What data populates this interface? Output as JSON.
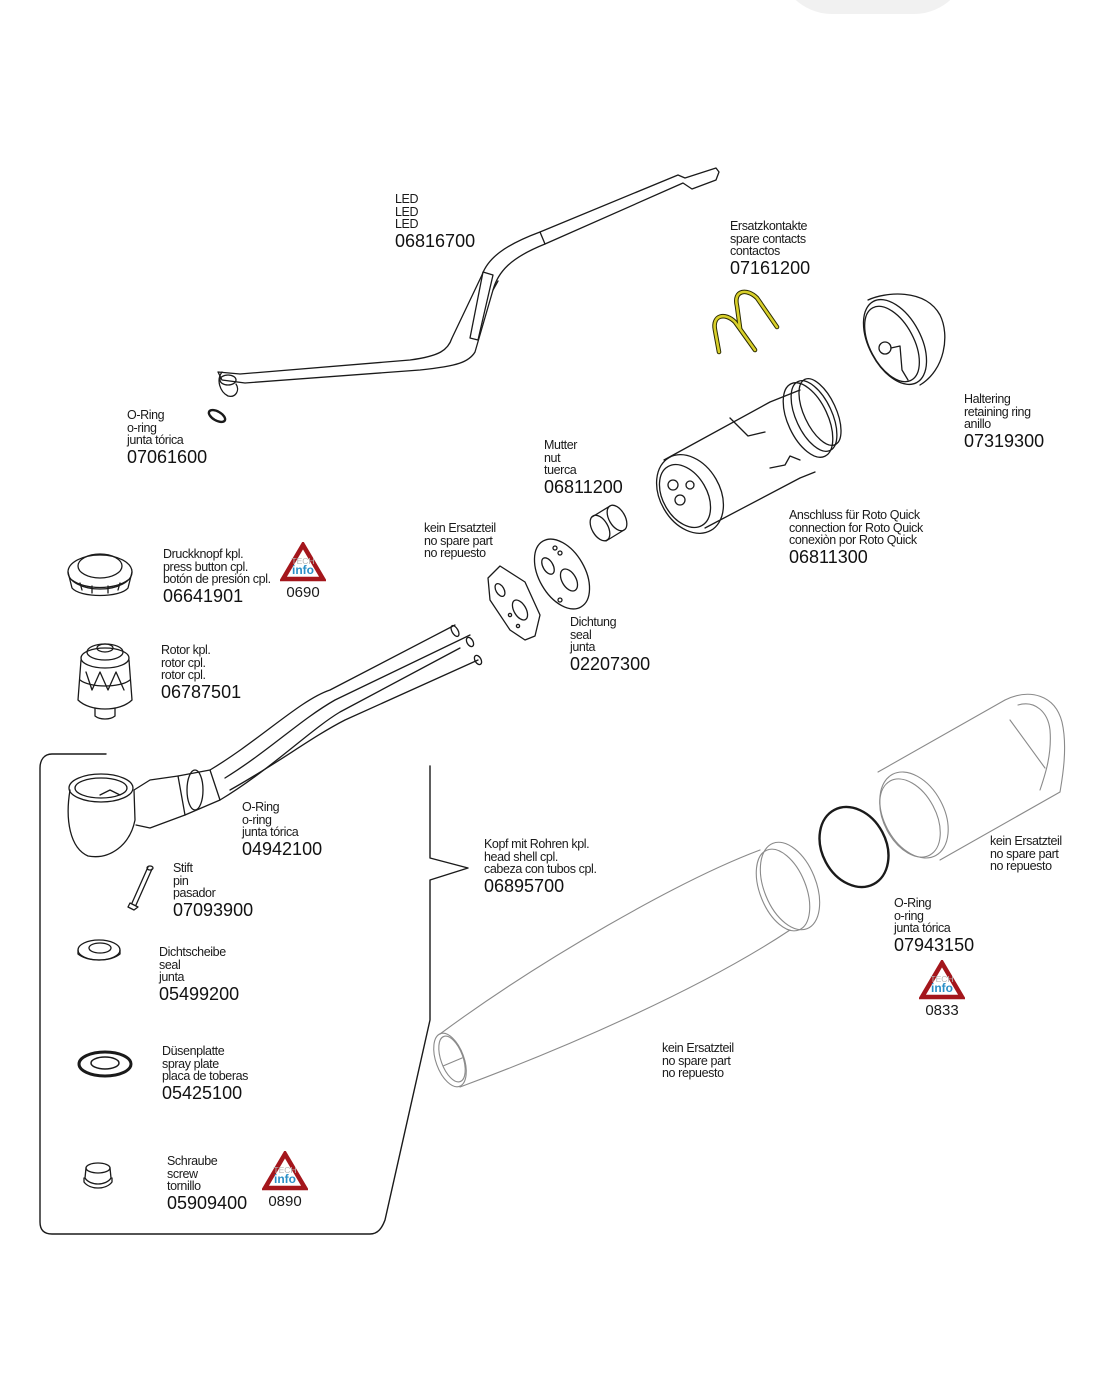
{
  "parts": {
    "led": {
      "lines": [
        "LED",
        "LED",
        "LED"
      ],
      "number": "06816700"
    },
    "spare_contacts": {
      "lines": [
        "Ersatzkontakte",
        "spare contacts",
        "contactos"
      ],
      "number": "07161200"
    },
    "oring_top": {
      "lines": [
        "O-Ring",
        "o-ring",
        "junta tórica"
      ],
      "number": "07061600"
    },
    "retaining_ring": {
      "lines": [
        "Haltering",
        "retaining ring",
        "anillo"
      ],
      "number": "07319300"
    },
    "nut": {
      "lines": [
        "Mutter",
        "nut",
        "tuerca"
      ],
      "number": "06811200"
    },
    "no_spare_1": {
      "lines": [
        "kein Ersatzteil",
        "no spare part",
        "no repuesto"
      ]
    },
    "connection": {
      "lines": [
        "Anschluss für Roto Quick",
        "connection for Roto Quick",
        "conexiòn por Roto Quick"
      ],
      "number": "06811300"
    },
    "press_button": {
      "lines": [
        "Druckknopf kpl.",
        "press button cpl.",
        "botón de presión cpl."
      ],
      "number": "06641901"
    },
    "seal_dichtung": {
      "lines": [
        "Dichtung",
        "seal",
        "junta"
      ],
      "number": "02207300"
    },
    "rotor": {
      "lines": [
        "Rotor kpl.",
        "rotor cpl.",
        "rotor cpl."
      ],
      "number": "06787501"
    },
    "oring_mid": {
      "lines": [
        "O-Ring",
        "o-ring",
        "junta tórica"
      ],
      "number": "04942100"
    },
    "pin": {
      "lines": [
        "Stift",
        "pin",
        "pasador"
      ],
      "number": "07093900"
    },
    "head_shell": {
      "lines": [
        "Kopf mit Rohren kpl.",
        "head shell cpl.",
        "cabeza con tubos cpl."
      ],
      "number": "06895700"
    },
    "no_spare_2": {
      "lines": [
        "kein Ersatzteil",
        "no spare part",
        "no repuesto"
      ]
    },
    "oring_large": {
      "lines": [
        "O-Ring",
        "o-ring",
        "junta tórica"
      ],
      "number": "07943150"
    },
    "seal_disc": {
      "lines": [
        "Dichtscheibe",
        "seal",
        "junta"
      ],
      "number": "05499200"
    },
    "spray_plate": {
      "lines": [
        "Düsenplatte",
        "spray plate",
        "placa de toberas"
      ],
      "number": "05425100"
    },
    "no_spare_3": {
      "lines": [
        "kein Ersatzteil",
        "no spare part",
        "no repuesto"
      ]
    },
    "screw": {
      "lines": [
        "Schraube",
        "screw",
        "tornillo"
      ],
      "number": "05909400"
    }
  },
  "tech_info": {
    "top_text": "TECH",
    "bottom_text": "info",
    "badges": [
      {
        "number": "0690"
      },
      {
        "number": "0833"
      },
      {
        "number": "0890"
      }
    ]
  },
  "colors": {
    "tech_red": "#a4161c",
    "tech_blue": "#2a8fc7",
    "contact_yellow": "#d8cf2a",
    "line": "#1a1a1a",
    "light_line": "#9a9a9a"
  }
}
